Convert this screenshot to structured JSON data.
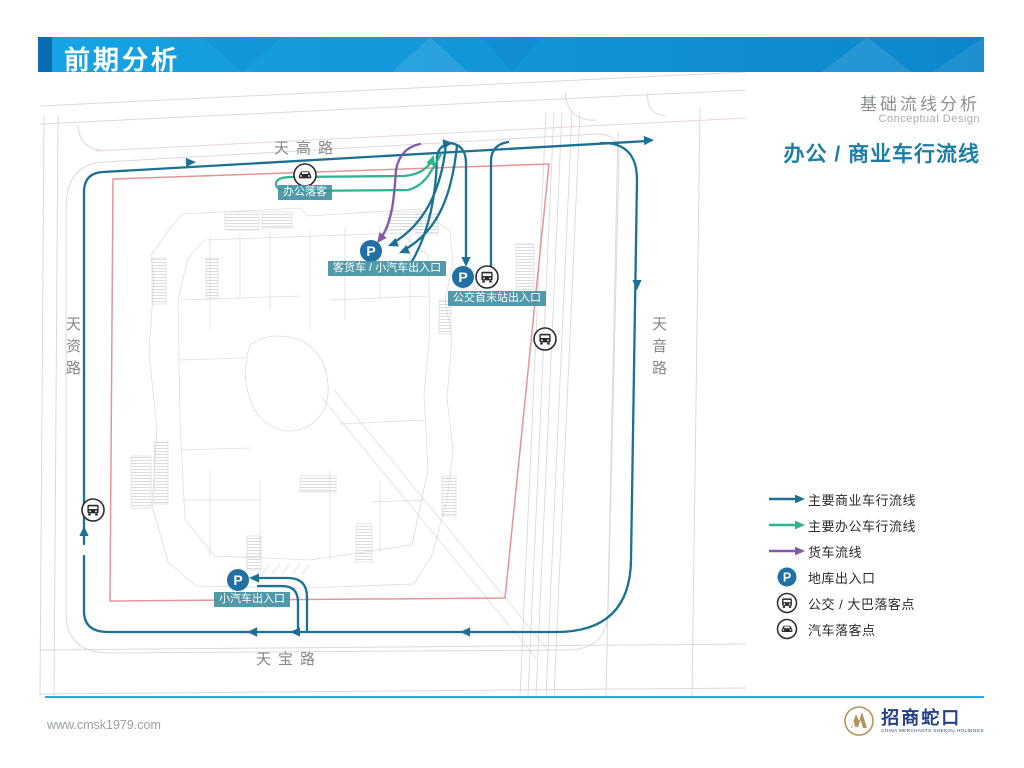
{
  "banner": {
    "title": "前期分析"
  },
  "header": {
    "subtitle_cn": "基础流线分析",
    "subtitle_en": "Conceptual Design",
    "title": "办公 / 商业车行流线"
  },
  "map": {
    "p_letter": "P",
    "roads": {
      "top": "天高路",
      "left": "天资路",
      "right": "天音路",
      "bottom": "天宝路"
    },
    "labels": {
      "office_dropoff": "办公落客",
      "truck_car_entrance": "客货车 / 小汽车出入口",
      "bus_terminal_entrance": "公交首末站出入口",
      "car_entrance": "小汽车出入口"
    }
  },
  "legend": {
    "items": [
      {
        "type": "arrow",
        "color": "#1a7193",
        "label": "主要商业车行流线"
      },
      {
        "type": "arrow",
        "color": "#2eb48e",
        "label": "主要办公车行流线"
      },
      {
        "type": "arrow",
        "color": "#8159a8",
        "label": "货车流线"
      },
      {
        "type": "p-icon",
        "color": "#2170a5",
        "label": "地库出入口"
      },
      {
        "type": "bus-icon",
        "color": "#2b2b2b",
        "label": "公交 / 大巴落客点"
      },
      {
        "type": "car-icon",
        "color": "#2b2b2b",
        "label": "汽车落客点"
      }
    ]
  },
  "footer": {
    "website": "www.cmsk1979.com",
    "logo_cn": "招商蛇口",
    "logo_en": "CHINA MERCHANTS SHEKOU HOLDINGS"
  },
  "colors": {
    "commercial_flow": "#1a7193",
    "office_flow": "#2eb48e",
    "truck_flow": "#8159a8",
    "site_boundary": "#e49595",
    "banner_blue": "#14a0e0",
    "heading_teal": "#1b7ea6"
  }
}
